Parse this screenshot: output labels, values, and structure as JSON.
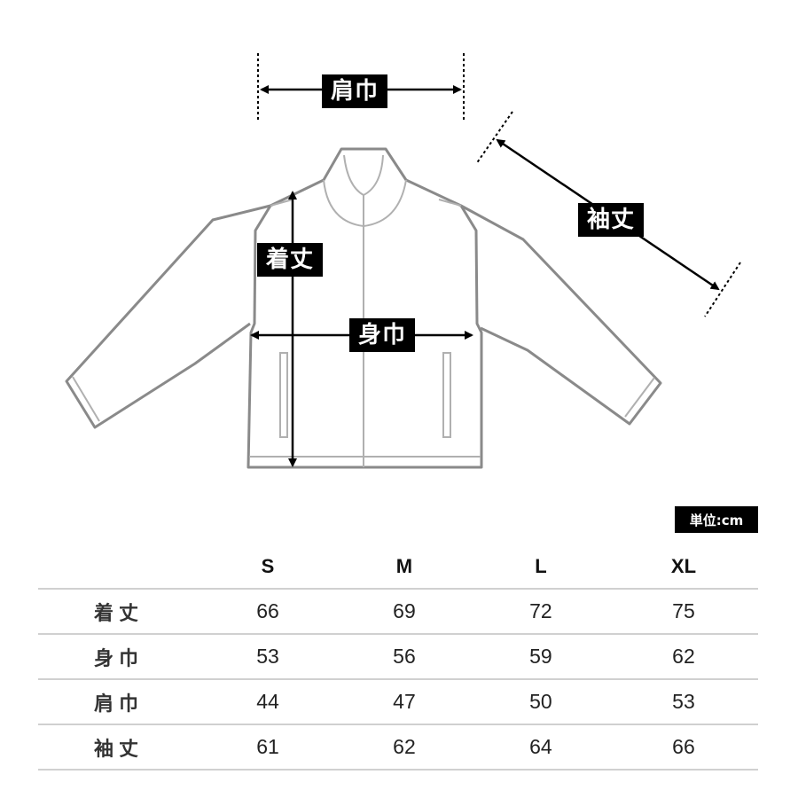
{
  "diagram": {
    "labels": {
      "shoulder_width": "肩巾",
      "sleeve_length": "袖丈",
      "body_length": "着丈",
      "body_width": "身巾"
    },
    "colors": {
      "outline": "#888888",
      "label_bg": "#000000",
      "label_text": "#ffffff"
    }
  },
  "unit": {
    "label": "単位:cm"
  },
  "table": {
    "columns": [
      "S",
      "M",
      "L",
      "XL"
    ],
    "rows": [
      {
        "label": "着丈",
        "values": [
          "66",
          "69",
          "72",
          "75"
        ]
      },
      {
        "label": "身巾",
        "values": [
          "53",
          "56",
          "59",
          "62"
        ]
      },
      {
        "label": "肩巾",
        "values": [
          "44",
          "47",
          "50",
          "53"
        ]
      },
      {
        "label": "袖丈",
        "values": [
          "61",
          "62",
          "64",
          "66"
        ]
      }
    ]
  }
}
